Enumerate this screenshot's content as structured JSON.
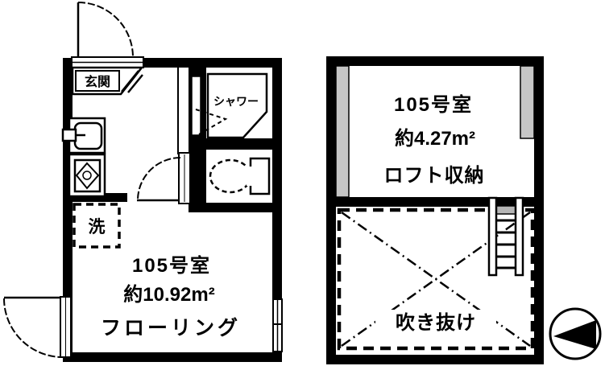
{
  "document": {
    "type": "floor-plan",
    "panels": [
      "main-floor",
      "loft-floor"
    ]
  },
  "colors": {
    "ink": "#000000",
    "paper": "#ffffff",
    "shade_gray": "#c6c6c6"
  },
  "unit_plan": {
    "entrance_label": "玄関",
    "shower_label": "シャワー",
    "laundry_label": "洗",
    "room_label": "105号室",
    "area_label": "約10.92m²",
    "floor_label": "フローリング"
  },
  "loft_plan": {
    "room_label": "105号室",
    "area_label": "約4.27m²",
    "storage_label": "ロフト収納",
    "void_label": "吹き抜け"
  },
  "icons": {
    "compass": "north-arrow-left",
    "ladder": "loft-ladder",
    "toilet": "toilet-bowl",
    "sink": "kitchen-sink",
    "stove": "single-burner"
  }
}
